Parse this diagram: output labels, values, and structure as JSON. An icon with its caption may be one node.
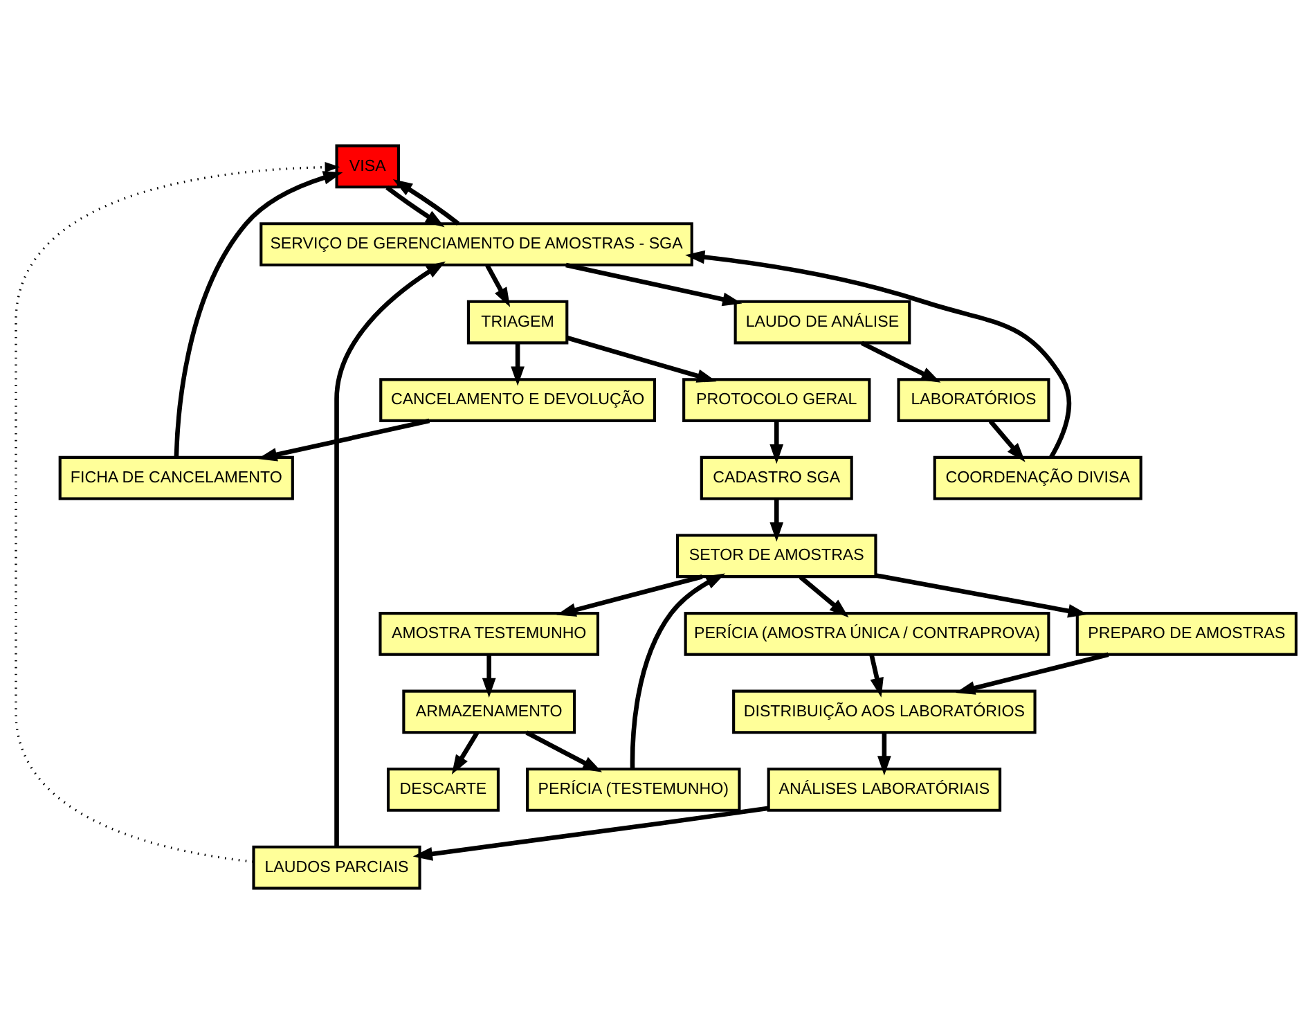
{
  "diagram": {
    "nodes": [
      {
        "text": [
          "VISA"
        ]
      },
      {
        "text": [
          "FICHA DE CANCELAMENTO"
        ]
      },
      {
        "text": [
          "SERVIÇO DE GERENCIAMENTO DE AMOSTRAS - SGA"
        ]
      },
      {
        "text": [
          "COORDENAÇÃO DIVISA"
        ]
      },
      {
        "text": [
          "LABORATÓRIOS"
        ]
      },
      {
        "text": [
          "TRIAGEM"
        ]
      },
      {
        "text": [
          "CANCELAMENTO E DEVOLUÇÃO"
        ]
      },
      {
        "text": [
          "LAUDO DE ANÁLISE"
        ]
      },
      {
        "text": [
          "PROTOCOLO GERAL"
        ]
      },
      {
        "text": [
          "LAUDOS PARCIAIS"
        ]
      },
      {
        "text": [
          "ANÁLISES LABORATÓRIAIS"
        ]
      },
      {
        "text": [
          "CADASTRO SGA"
        ]
      },
      {
        "text": [
          "DESCARTE"
        ]
      },
      {
        "text": [
          "PERÍCIA (TESTEMUNHO)"
        ]
      },
      {
        "text": [
          "SETOR DE AMOSTRAS"
        ]
      },
      {
        "text": [
          "PERÍCIA (AMOSTRA ÚNICA / CONTRAPROVA)"
        ]
      },
      {
        "text": [
          "ARMAZENAMENTO"
        ]
      },
      {
        "text": [
          "AMOSTRA TESTEMUNHO"
        ]
      },
      {
        "text": [
          "PREPARO DE AMOSTRAS"
        ]
      },
      {
        "text": [
          "DISTRIBUIÇÃO AOS LABORATÓRIOS"
        ]
      }
    ],
    "edges": [
      {
        "from": 0,
        "to": 2,
        "arrow": "to"
      },
      {
        "from": 2,
        "to": 0,
        "arrow": "to"
      },
      {
        "from": 9,
        "to": 0,
        "arrow": "to",
        "style": "dashed"
      },
      {
        "from": 3,
        "to": 2,
        "arrow": "to"
      },
      {
        "from": 2,
        "to": 7,
        "arrow": "to"
      },
      {
        "from": 9,
        "to": 2,
        "arrow": "to"
      },
      {
        "from": 7,
        "to": 4,
        "arrow": "to"
      },
      {
        "from": 4,
        "to": 3,
        "arrow": "to"
      },
      {
        "from": 1,
        "to": 0,
        "arrow": "to"
      },
      {
        "from": 2,
        "to": 5,
        "arrow": "to"
      },
      {
        "from": 5,
        "to": 6,
        "arrow": "to"
      },
      {
        "from": 6,
        "to": 1,
        "arrow": "to"
      },
      {
        "from": 5,
        "to": 8,
        "arrow": "to"
      },
      {
        "from": 8,
        "to": 11,
        "arrow": "to"
      },
      {
        "from": 10,
        "to": 9,
        "arrow": "to"
      },
      {
        "from": 11,
        "to": 14,
        "arrow": "to"
      },
      {
        "from": 13,
        "to": 14,
        "arrow": "to"
      },
      {
        "from": 14,
        "to": 15,
        "arrow": "to"
      },
      {
        "from": 16,
        "to": 12,
        "arrow": "to"
      },
      {
        "from": 16,
        "to": 13,
        "arrow": "to"
      },
      {
        "from": 14,
        "to": 17,
        "arrow": "to"
      },
      {
        "from": 14,
        "to": 18,
        "arrow": "to"
      },
      {
        "from": 15,
        "to": 19,
        "arrow": "to"
      },
      {
        "from": 17,
        "to": 16,
        "arrow": "to"
      },
      {
        "from": 18,
        "to": 19,
        "arrow": "to"
      },
      {
        "from": 19,
        "to": 10,
        "arrow": "to"
      }
    ]
  }
}
